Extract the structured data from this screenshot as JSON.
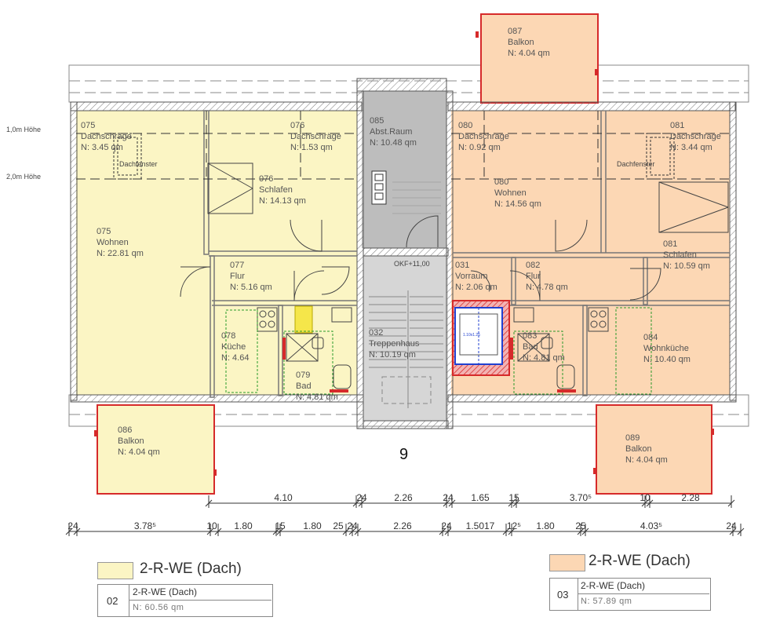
{
  "colors": {
    "unit_yellow": "#fbf5c4",
    "unit_orange": "#fcd7b4",
    "stair_gray": "#d4d4d4",
    "shaft_gray": "#bdbdbd",
    "balcony_border": "#d62a2a",
    "wall": "#666666"
  },
  "side_labels": {
    "h1": "1,0m Höhe",
    "h2": "2,0m Höhe"
  },
  "building_number": "9",
  "level_label": "OKF+11,00",
  "window_label_left": "Dachfenster",
  "window_label_right": "Dachfenster",
  "rooms": {
    "r075a": {
      "num": "075",
      "name": "Dachschräge",
      "area": "N:  3.45  qm"
    },
    "r076a": {
      "num": "076",
      "name": "Dachschräge",
      "area": "N:  1.53  qm"
    },
    "r085": {
      "num": "085",
      "name": "Abst.Raum",
      "area": "N:  10.48  qm"
    },
    "r080a": {
      "num": "080",
      "name": "Dachschräge",
      "area": "N:  0.92  qm"
    },
    "r081a": {
      "num": "081",
      "name": "Dachschräge",
      "area": "N:  3.44  qm"
    },
    "r076": {
      "num": "076",
      "name": "Schlafen",
      "area": "N:  14.13  qm"
    },
    "r080": {
      "num": "080",
      "name": "Wohnen",
      "area": "N:  14.56  qm"
    },
    "r075": {
      "num": "075",
      "name": "Wohnen",
      "area": "N:  22.81  qm"
    },
    "r081": {
      "num": "081",
      "name": "Schlafen",
      "area": "N:  10.59  qm"
    },
    "r077": {
      "num": "077",
      "name": "Flur",
      "area": "N:  5.16  qm"
    },
    "r031": {
      "num": "031",
      "name": "Vorraum",
      "area": "N:  2.06  qm"
    },
    "r082": {
      "num": "082",
      "name": "Flur",
      "area": "N:  4.78  qm"
    },
    "r078": {
      "num": "078",
      "name": "Küche",
      "area": "N:  4.64"
    },
    "r032": {
      "num": "032",
      "name": "Treppenhaus",
      "area": "N:  10.19  qm"
    },
    "r079": {
      "num": "079",
      "name": "Bad",
      "area": "N:  4.81  qm"
    },
    "r083": {
      "num": "083",
      "name": "Bad",
      "area": "N:  4.81  qm"
    },
    "r084": {
      "num": "084",
      "name": "Wohnküche",
      "area": "N:  10.40  qm"
    },
    "r086": {
      "num": "086",
      "name": "Balkon",
      "area": "N:  4.04  qm"
    },
    "r087": {
      "num": "087",
      "name": "Balkon",
      "area": "N:  4.04  qm"
    },
    "r089": {
      "num": "089",
      "name": "Balkon",
      "area": "N:  4.04  qm"
    }
  },
  "dims_upper": [
    "4.10",
    "24",
    "2.26",
    "24",
    "1.65",
    "15",
    "3.70⁵",
    "10",
    "2.28"
  ],
  "dims_lower": [
    "24",
    "3.78⁵",
    "10",
    "1.80",
    "15",
    "1.80",
    "25",
    "24",
    "2.26",
    "24",
    "1.5017",
    "12⁵",
    "1.80",
    "25",
    "4.03⁵",
    "24"
  ],
  "legend_left": {
    "title": "2-R-WE (Dach)",
    "num": "02",
    "name": "2-R-WE (Dach)",
    "area": "N:  60.56  qm"
  },
  "legend_right": {
    "title": "2-R-WE (Dach)",
    "num": "03",
    "name": "2-R-WE (Dach)",
    "area": "N:  57.89  qm"
  }
}
